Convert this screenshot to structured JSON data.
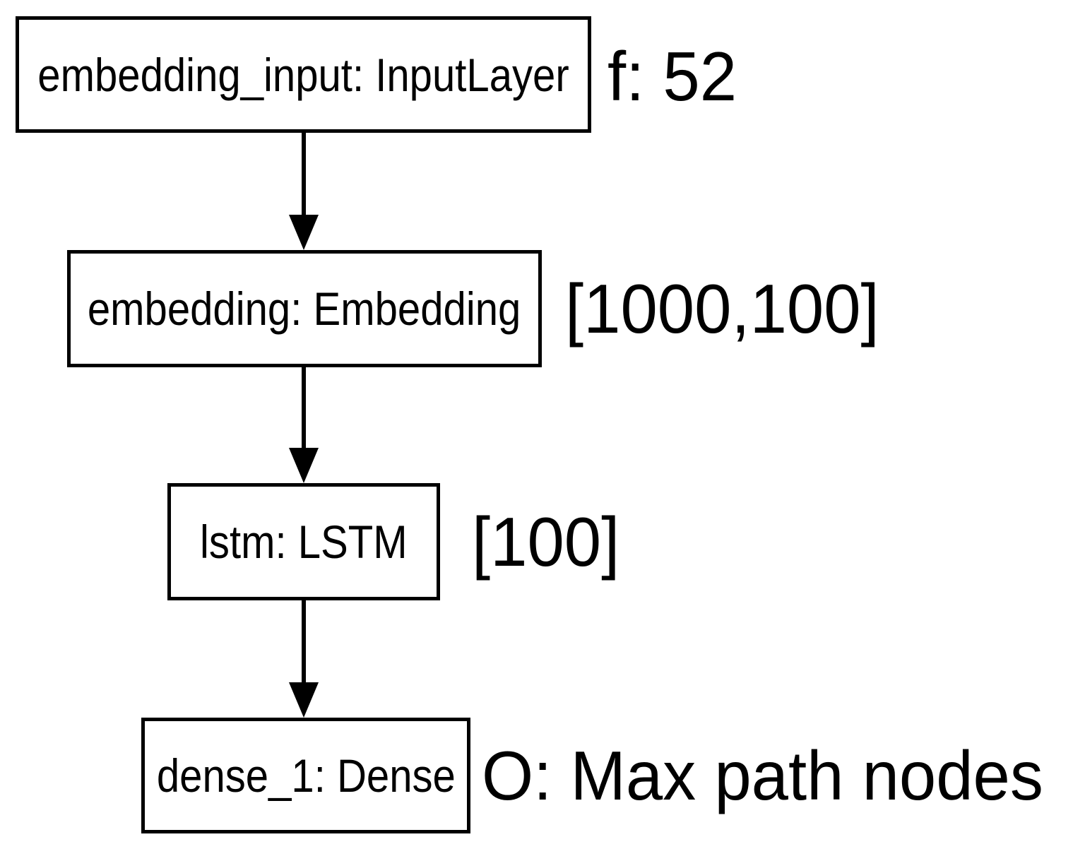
{
  "diagram": {
    "type": "model-architecture",
    "background_color": "#ffffff",
    "stroke_color": "#000000",
    "nodes": [
      {
        "label": "embedding_input: InputLayer",
        "annotation": "f: 52"
      },
      {
        "label": "embedding: Embedding",
        "annotation": "[1000,100]"
      },
      {
        "label": "lstm: LSTM",
        "annotation": "[100]"
      },
      {
        "label": "dense_1: Dense",
        "annotation": "O: Max path nodes"
      }
    ],
    "edges": [
      {
        "from": "embedding_input",
        "to": "embedding"
      },
      {
        "from": "embedding",
        "to": "lstm"
      },
      {
        "from": "lstm",
        "to": "dense_1"
      }
    ]
  }
}
